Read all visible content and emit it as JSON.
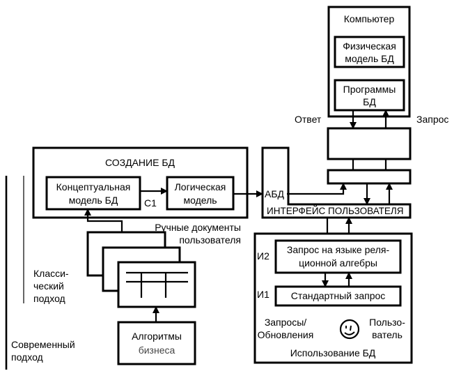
{
  "computer": {
    "title": "Компьютер",
    "physical_model": [
      "Физическая",
      "модель БД"
    ],
    "programs": [
      "Программы",
      "БД"
    ]
  },
  "labels": {
    "answer": "Ответ",
    "request": "Запрос",
    "abd": "АБД",
    "c1": "С1",
    "i2": "И2",
    "i1": "И1"
  },
  "creation": {
    "title": "СОЗДАНИЕ БД",
    "conceptual": [
      "Концептуальная",
      "модель БД"
    ],
    "logical": [
      "Логическая",
      "модель"
    ]
  },
  "interface": {
    "title": "ИНТЕРФЕЙС ПОЛЬЗОВАТЕЛЯ"
  },
  "documents": {
    "caption": [
      "Ручные документы",
      "пользователя"
    ]
  },
  "approaches": {
    "classic": [
      "Класси-",
      "ческий",
      "подход"
    ],
    "modern": [
      "Современный",
      "подход"
    ]
  },
  "algorithms": [
    "Алгоритмы",
    "бизнеса"
  ],
  "usage": {
    "relational": [
      "Запрос на языке реля-",
      "ционной алгебры"
    ],
    "standard": "Стандартный запрос",
    "queries": [
      "Запросы/",
      "Обновления"
    ],
    "user": [
      "Пользо-",
      "ватель"
    ],
    "title": "Использование БД",
    "user_icon": "smiley-face-icon"
  }
}
